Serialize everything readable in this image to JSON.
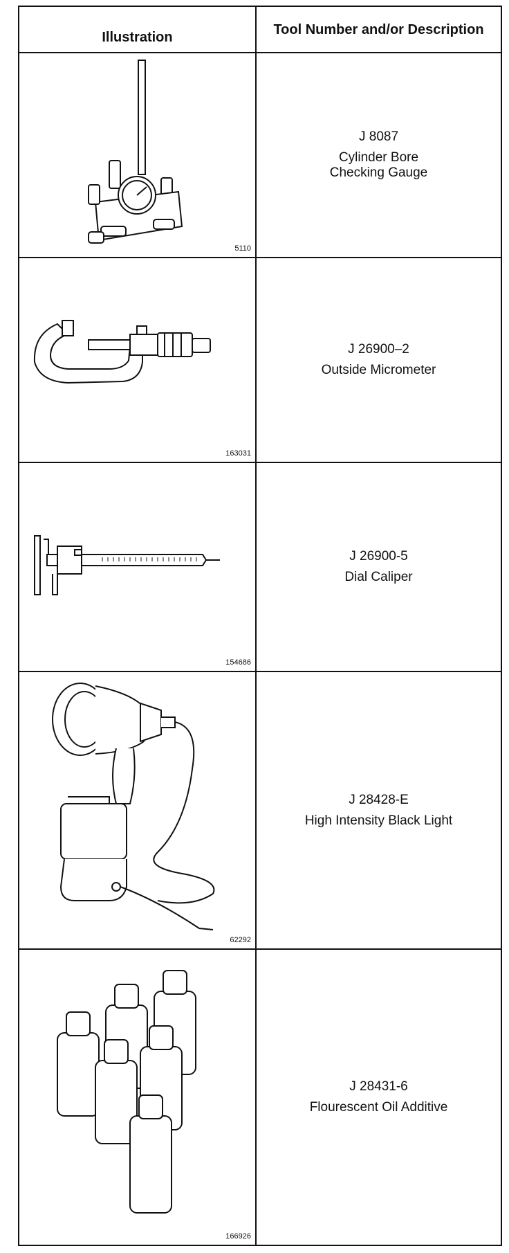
{
  "table": {
    "header": {
      "illustration": "Illustration",
      "description": "Tool Number and/or Description"
    },
    "rows": [
      {
        "tool_number": "J 8087",
        "description": "Cylinder Bore Checking Gauge",
        "figure": "5110",
        "icon": "bore-gauge-icon"
      },
      {
        "tool_number": "J 26900–2",
        "description": "Outside Micrometer",
        "figure": "163031",
        "icon": "micrometer-icon"
      },
      {
        "tool_number": "J 26900-5",
        "description": "Dial Caliper",
        "figure": "154686",
        "icon": "caliper-icon"
      },
      {
        "tool_number": "J 28428-E",
        "description": "High Intensity Black Light",
        "figure": "62292",
        "icon": "black-light-icon"
      },
      {
        "tool_number": "J 28431-6",
        "description": "Flourescent Oil Additive",
        "figure": "166926",
        "icon": "oil-bottles-icon"
      }
    ]
  }
}
